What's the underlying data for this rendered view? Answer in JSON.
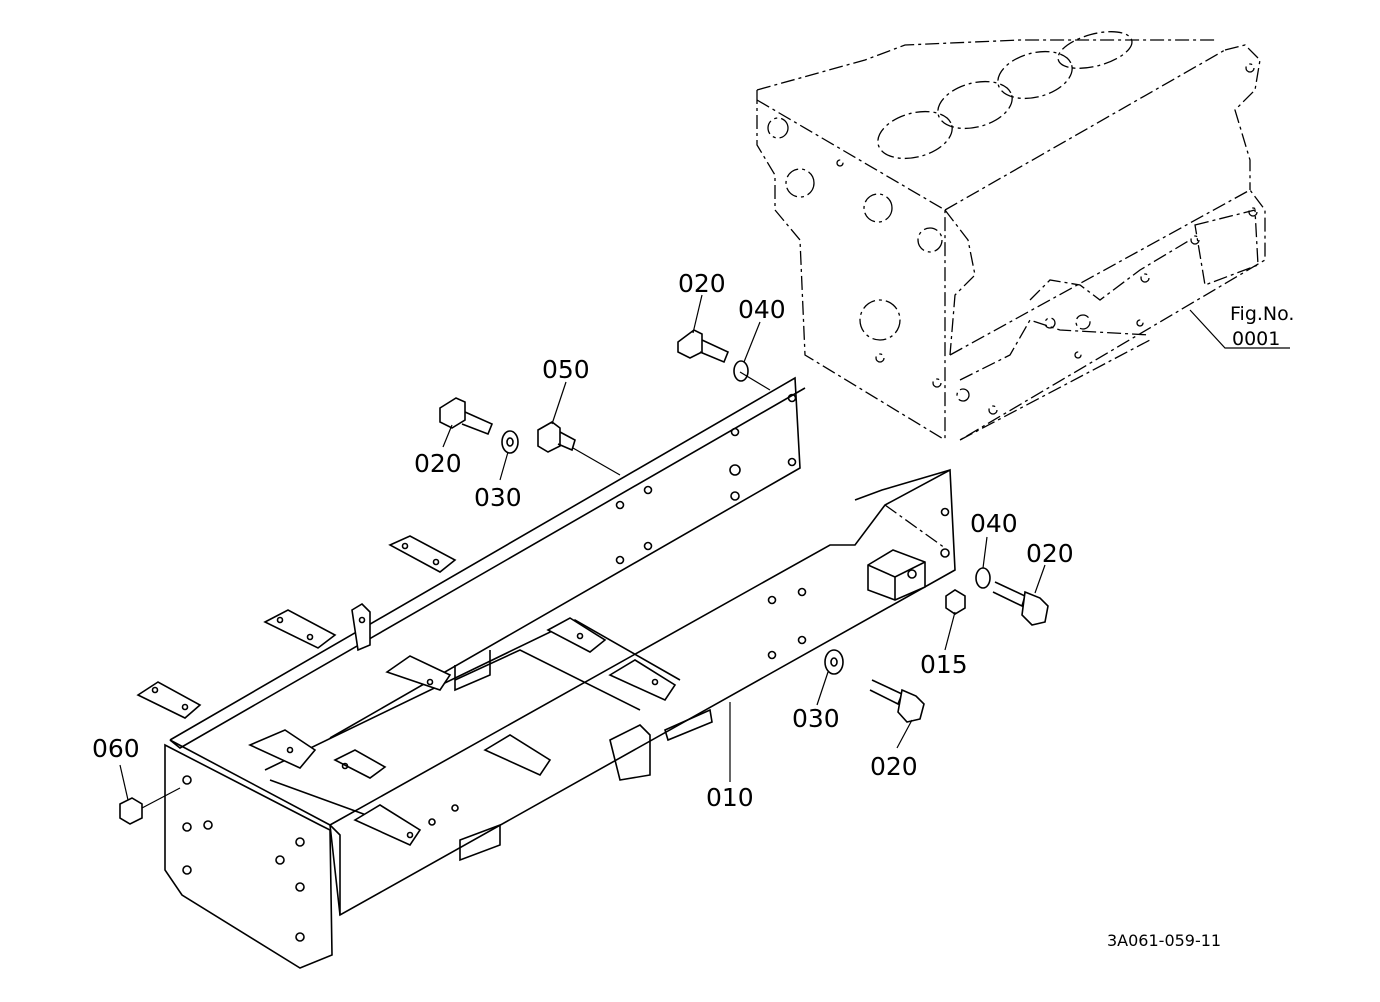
{
  "figure_reference": {
    "line1": "Fig.No.",
    "line2": "0001"
  },
  "drawing_number": "3A061-059-11",
  "callouts": [
    {
      "id": "c-020-top",
      "label": "020"
    },
    {
      "id": "c-040-top",
      "label": "040"
    },
    {
      "id": "c-050",
      "label": "050"
    },
    {
      "id": "c-020-left",
      "label": "020"
    },
    {
      "id": "c-030-left",
      "label": "030"
    },
    {
      "id": "c-040-right",
      "label": "040"
    },
    {
      "id": "c-020-right",
      "label": "020"
    },
    {
      "id": "c-015",
      "label": "015"
    },
    {
      "id": "c-030-right",
      "label": "030"
    },
    {
      "id": "c-020-bottom",
      "label": "020"
    },
    {
      "id": "c-010",
      "label": "010"
    },
    {
      "id": "c-060",
      "label": "060"
    }
  ]
}
